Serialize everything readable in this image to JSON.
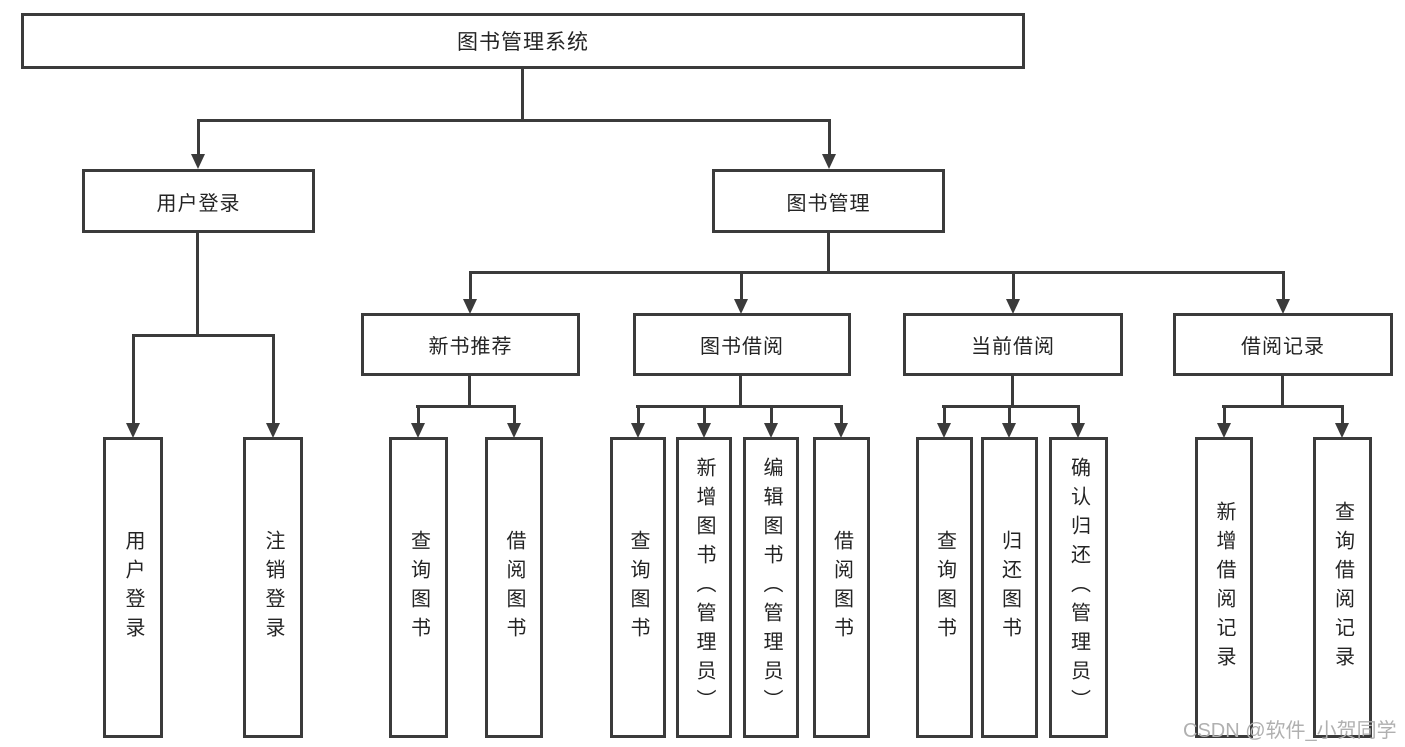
{
  "diagram": {
    "type": "hierarchy-tree",
    "root": {
      "label": "图书管理系统"
    },
    "level2": [
      {
        "label": "用户登录"
      },
      {
        "label": "图书管理"
      }
    ],
    "level3": [
      {
        "label": "新书推荐"
      },
      {
        "label": "图书借阅"
      },
      {
        "label": "当前借阅"
      },
      {
        "label": "借阅记录"
      }
    ],
    "leaves": [
      {
        "label": "用户登录",
        "parent": "用户登录"
      },
      {
        "label": "注销登录",
        "parent": "用户登录"
      },
      {
        "label": "查询图书",
        "parent": "新书推荐"
      },
      {
        "label": "借阅图书",
        "parent": "新书推荐"
      },
      {
        "label": "查询图书",
        "parent": "图书借阅"
      },
      {
        "label": "新增图书（管理员）",
        "parent": "图书借阅"
      },
      {
        "label": "编辑图书（管理员）",
        "parent": "图书借阅"
      },
      {
        "label": "借阅图书",
        "parent": "图书借阅"
      },
      {
        "label": "查询图书",
        "parent": "当前借阅"
      },
      {
        "label": "归还图书",
        "parent": "当前借阅"
      },
      {
        "label": "确认归还（管理员）",
        "parent": "当前借阅"
      },
      {
        "label": "新增借阅记录",
        "parent": "借阅记录"
      },
      {
        "label": "查询借阅记录",
        "parent": "借阅记录"
      }
    ],
    "watermark": {
      "text": "CSDN @软件_小贺同学"
    },
    "colors": {
      "line": "#3b3b3b",
      "text": "#242424",
      "watermark": "#b0b0b0",
      "background": "#ffffff"
    }
  }
}
